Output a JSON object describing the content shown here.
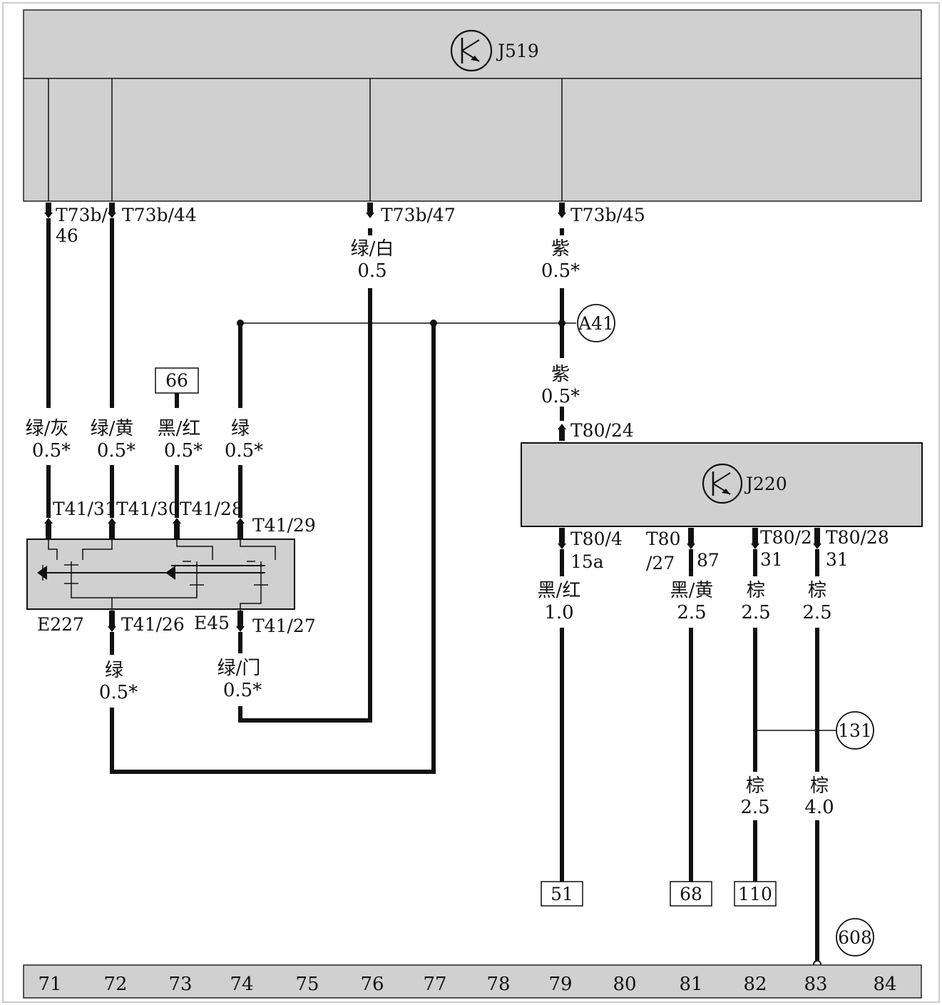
{
  "modules": {
    "j519": {
      "name": "J519"
    },
    "j220": {
      "name": "J220"
    },
    "e227": {
      "name": "E227"
    },
    "e45": {
      "name": "E45"
    }
  },
  "connectors": {
    "t73b_46_a": "T73b/",
    "t73b_46_b": "46",
    "t73b_44": "T73b/44",
    "t73b_47": "T73b/47",
    "t73b_45": "T73b/45",
    "t80_24": "T80/24",
    "t41_31": "T41/31",
    "t41_30": "T41/30",
    "t41_28": "T41/28",
    "t41_29": "T41/29",
    "t41_26": "T41/26",
    "t41_27": "T41/27",
    "t80_4": "T80/4",
    "t80_4_term": "15a",
    "t80_27_a": "T80",
    "t80_27_b": "/27",
    "t80_27_term": "87",
    "t80_2": "T80/2",
    "t80_2_term": "31",
    "t80_28": "T80/28",
    "t80_28_term": "31"
  },
  "wires": {
    "w1": {
      "color": "绿/灰",
      "size": "0.5*"
    },
    "w2": {
      "color": "绿/黄",
      "size": "0.5*"
    },
    "w3": {
      "color": "绿/白",
      "size": "0.5"
    },
    "w4": {
      "color": "紫",
      "size": "0.5*"
    },
    "w5": {
      "color": "紫",
      "size": "0.5*"
    },
    "w6": {
      "color": "黑/红",
      "size": "0.5*"
    },
    "w7": {
      "color": "绿",
      "size": "0.5*"
    },
    "w8": {
      "color": "绿",
      "size": "0.5*"
    },
    "w9": {
      "color": "绿/门",
      "size": "0.5*"
    },
    "w10": {
      "color": "黑/红",
      "size": "1.0"
    },
    "w11": {
      "color": "黑/黄",
      "size": "2.5"
    },
    "w12": {
      "color": "棕",
      "size": "2.5"
    },
    "w13": {
      "color": "棕",
      "size": "2.5"
    },
    "w14": {
      "color": "棕",
      "size": "2.5"
    },
    "w15": {
      "color": "棕",
      "size": "4.0"
    }
  },
  "references": {
    "box_66": "66",
    "box_51": "51",
    "box_68": "68",
    "box_110": "110",
    "circle_a41": "A41",
    "circle_131": "131",
    "circle_608": "608"
  },
  "grid": [
    "71",
    "72",
    "73",
    "74",
    "75",
    "76",
    "77",
    "78",
    "79",
    "80",
    "81",
    "82",
    "83",
    "84"
  ]
}
